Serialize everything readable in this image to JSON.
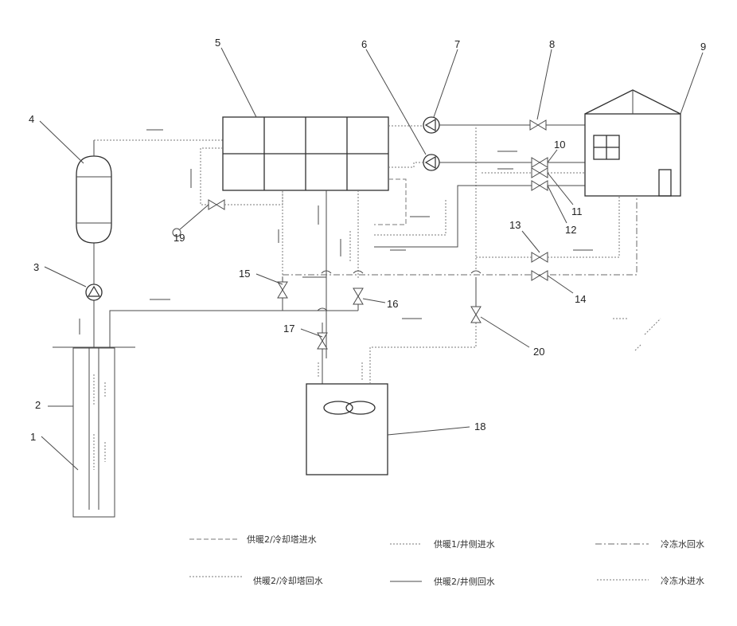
{
  "labels": {
    "n1": "1",
    "n2": "2",
    "n3": "3",
    "n4": "4",
    "n5": "5",
    "n6": "6",
    "n7": "7",
    "n8": "8",
    "n9": "9",
    "n10": "10",
    "n11": "11",
    "n12": "12",
    "n13": "13",
    "n14": "14",
    "n15": "15",
    "n16": "16",
    "n17": "17",
    "n18": "18",
    "n19": "19",
    "n20": "20"
  },
  "legend": [
    {
      "text": "供暖2/冷却塔进水",
      "style": "dash"
    },
    {
      "text": "供暖1/井侧进水",
      "style": "dot"
    },
    {
      "text": "冷冻水回水",
      "style": "dashdot"
    },
    {
      "text": "供暖2/冷却塔回水",
      "style": "dot"
    },
    {
      "text": "供暖2/井侧回水",
      "style": "solid"
    },
    {
      "text": "冷冻水进水",
      "style": "dot"
    }
  ]
}
